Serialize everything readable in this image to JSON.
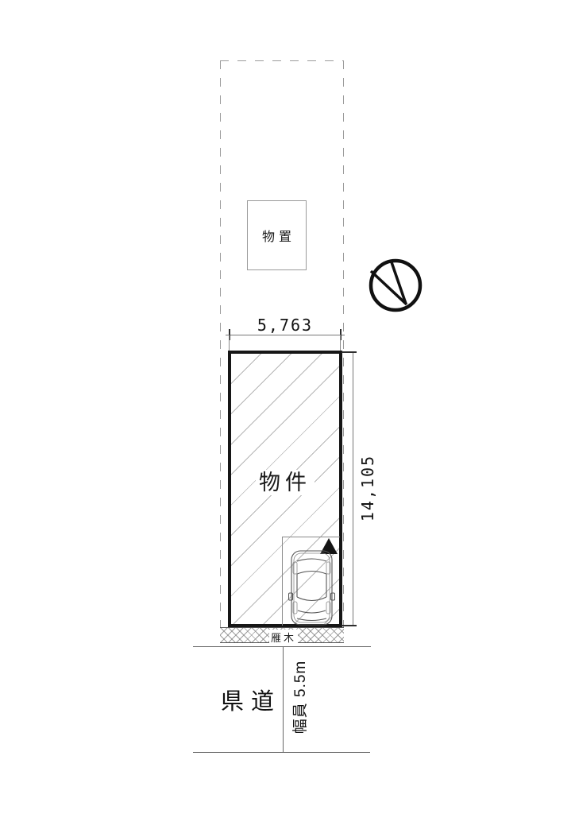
{
  "site_plan": {
    "shed": {
      "label": "物置"
    },
    "building": {
      "label": "物件"
    },
    "dimensions": {
      "frontage": "5,763",
      "depth": "14,105",
      "road_width": "幅員 5.5m"
    },
    "strip": {
      "label": "雁木"
    },
    "road": {
      "label": "県道"
    },
    "icons": {
      "north": "north-arrow-icon",
      "entrance_marker": "filled-triangle-icon",
      "vehicle": "car-top-view-icon"
    },
    "colors": {
      "ink": "#1a1a1a",
      "line_gray": "#8a8a8a",
      "hatch_line": "#b5b5b5",
      "dash_gray": "#9b9b9b",
      "background": "#ffffff"
    }
  }
}
